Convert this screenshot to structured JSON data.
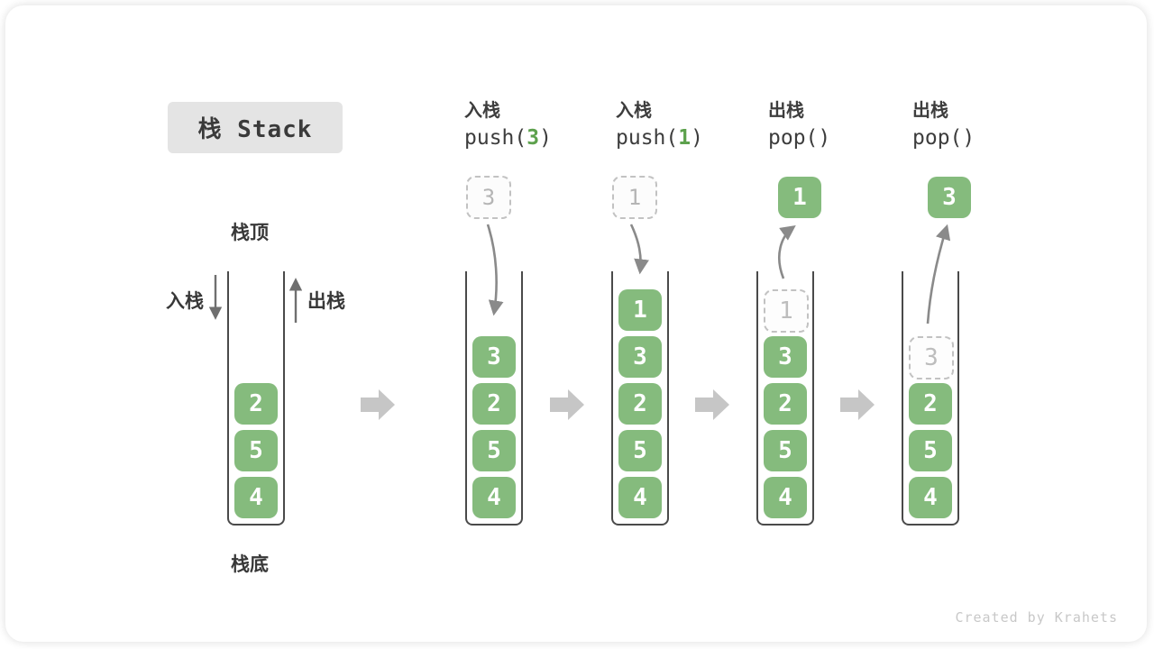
{
  "title": "栈 Stack",
  "side_labels": {
    "stack_top": "栈顶",
    "stack_bottom": "栈底",
    "push": "入栈",
    "pop": "出栈"
  },
  "operations": [
    {
      "label": "入栈",
      "fn": "push(",
      "arg": "3",
      "close": ")"
    },
    {
      "label": "入栈",
      "fn": "push(",
      "arg": "1",
      "close": ")"
    },
    {
      "label": "出栈",
      "fn": "pop(",
      "arg": "",
      "close": ")"
    },
    {
      "label": "出栈",
      "fn": "pop(",
      "arg": "",
      "close": ")"
    }
  ],
  "stacks": [
    {
      "name": "initial",
      "blocks": [
        "2",
        "5",
        "4"
      ]
    },
    {
      "name": "after-push-3",
      "blocks": [
        "3",
        "2",
        "5",
        "4"
      ],
      "incoming": "3"
    },
    {
      "name": "after-push-1",
      "blocks": [
        "1",
        "3",
        "2",
        "5",
        "4"
      ],
      "incoming": "1"
    },
    {
      "name": "after-pop-1",
      "blocks": [
        "3",
        "2",
        "5",
        "4"
      ],
      "ghost": "1",
      "popped": "1"
    },
    {
      "name": "after-pop-3",
      "blocks": [
        "2",
        "5",
        "4"
      ],
      "ghost": "3",
      "popped": "3"
    }
  ],
  "watermark": "Created by Krahets",
  "colors": {
    "block_green": "#85bb7d",
    "arg_green": "#5da14d",
    "flow_arrow_gray": "#c6c6c6",
    "curve_arrow_gray": "#8a8a8a",
    "small_arrow_gray": "#6f6f6f",
    "title_bg": "#e4e4e4",
    "ghost_gray": "#c2c2c2"
  }
}
